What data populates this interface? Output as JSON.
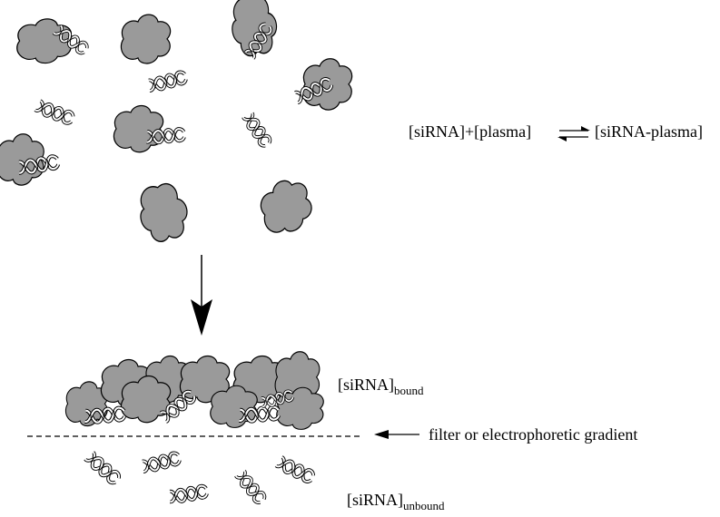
{
  "equation": {
    "reactant_1": "[siRNA]",
    "plus": "+",
    "reactant_2": "[plasma]",
    "product": "[siRNA-plasma]"
  },
  "bound_label": {
    "base": "[siRNA]",
    "subscript": "bound"
  },
  "unbound_label": {
    "base": "[siRNA]",
    "subscript": "unbound"
  },
  "filter_label": "filter or electrophoretic gradient",
  "colors": {
    "protein_fill": "#9a9a9a",
    "outline": "#000000",
    "background": "#ffffff"
  },
  "icons": [
    "protein-blob-icon",
    "sirna-helix-icon",
    "down-arrow-icon",
    "left-arrow-icon",
    "equilibrium-arrows-icon"
  ]
}
